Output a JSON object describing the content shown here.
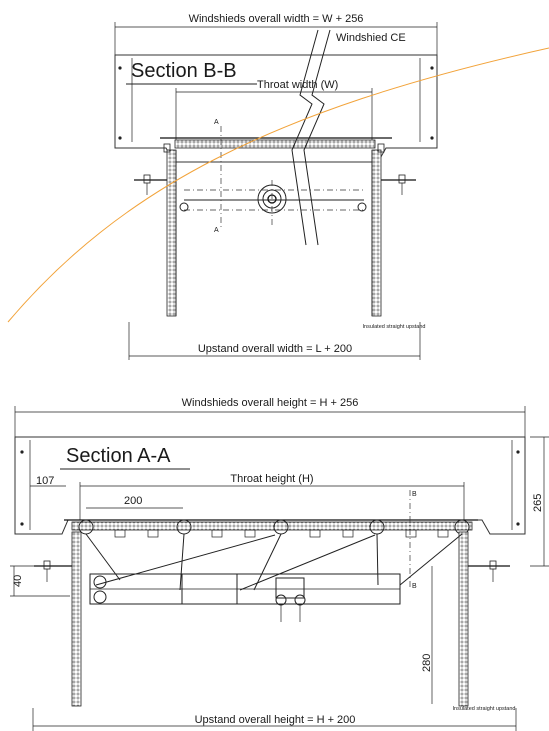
{
  "section_bb": {
    "title": "Section B-B",
    "windshield_overall_width": "Windshieds overall width = W + 256",
    "windshield_ce": "Windshied CE",
    "throat_width": "Throat width (W)",
    "upstand_overall_width": "Upstand overall width = L + 200",
    "insulated_note": "Insulated straight upstand",
    "cut_marker": "A"
  },
  "section_aa": {
    "title": "Section A-A",
    "windshield_overall_height": "Windshieds overall height = H + 256",
    "throat_height": "Throat height (H)",
    "dim_107": "107",
    "dim_200": "200",
    "dim_265": "265",
    "dim_40": "40",
    "dim_280": "280",
    "upstand_overall_height": "Upstand overall height = H + 200",
    "insulated_note": "Insulated straight upstand",
    "cut_marker": "B"
  },
  "colors": {
    "curve": "#f2a33a",
    "line": "#222222"
  }
}
